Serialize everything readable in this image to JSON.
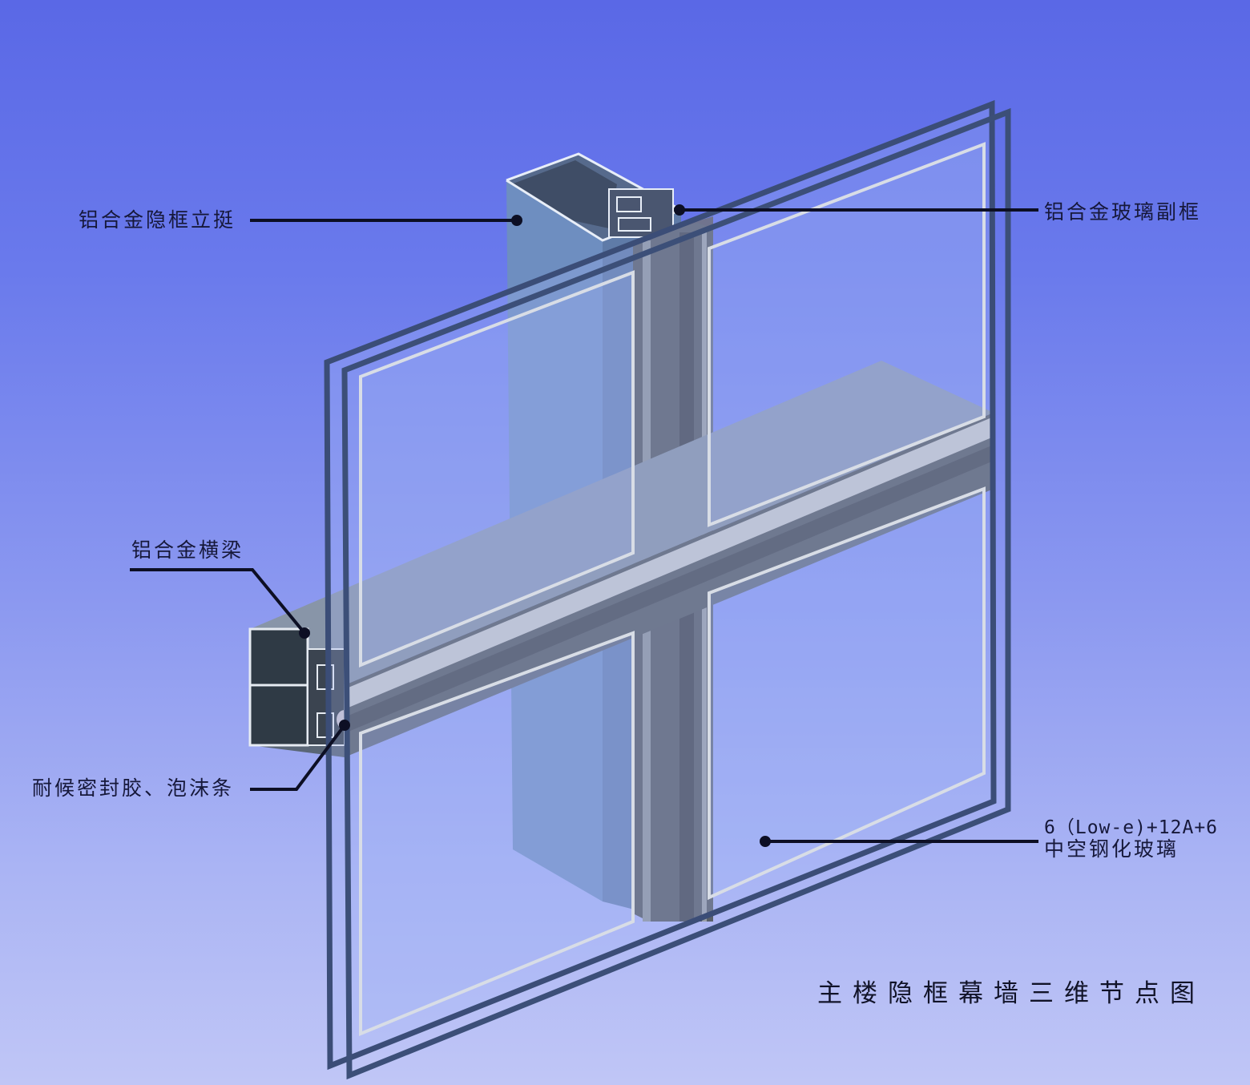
{
  "diagram": {
    "title": "主楼隐框幕墙三维节点图",
    "colors": {
      "background_top": "#5a68e6",
      "background_bottom": "#c0c6f6",
      "glass_tint": "#9fb2f5",
      "glass_edge": "#3c4f78",
      "mullion_blue": "#6f8fbf",
      "frame_gray": "#5e666e",
      "leader_line": "#0d0f24"
    },
    "callouts": [
      {
        "id": "mullion",
        "text": "铝合金隐框立挺",
        "side": "left"
      },
      {
        "id": "glass-subframe",
        "text": "铝合金玻璃副框",
        "side": "right"
      },
      {
        "id": "transom",
        "text": "铝合金横梁",
        "side": "left"
      },
      {
        "id": "sealant",
        "text": "耐候密封胶、泡沫条",
        "side": "left"
      },
      {
        "id": "glass",
        "text_line1": "6（Low-e)+12A+6",
        "text_line2": "中空钢化玻璃",
        "side": "right"
      }
    ]
  }
}
